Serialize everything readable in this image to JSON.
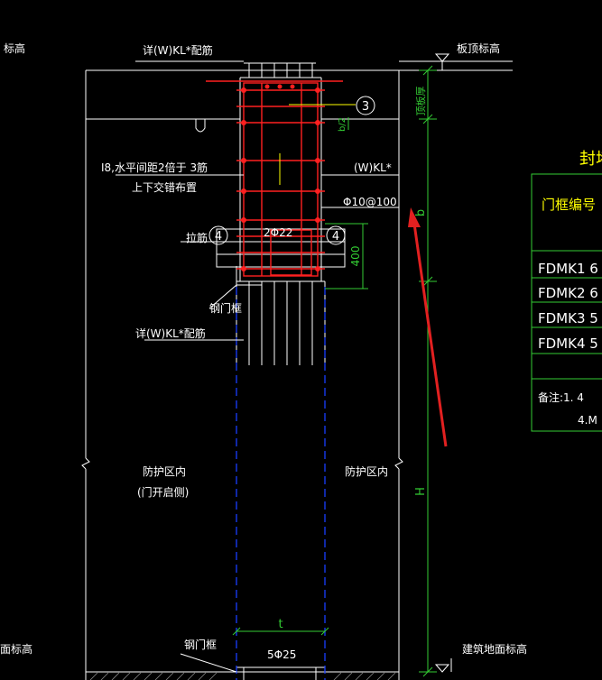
{
  "colors": {
    "background": "#000000",
    "outline": "#ffffff",
    "rebar": "#ff2020",
    "dimension": "#33cc33",
    "hidden": "#1a3dff",
    "accent": "#ffff00",
    "arrow": "#e22020"
  },
  "labels": {
    "top_left_note": "详(W)KL*配筋",
    "slab_level": "板顶标高",
    "bar_note_line1": "Ⅰ8,水平间距2倍于 3",
    "bar_note_circle": "筋",
    "bar_note_line2": "上下交错布置",
    "beam_label": "(W)KL*",
    "stirrup_label": "Φ10@100",
    "tie_label": "拉筋",
    "bars_2": "2Φ22",
    "door_frame_upper": "钢门框",
    "bottom_left_note": "详(W)KL*配筋",
    "protect_left_1": "防护区内",
    "protect_left_2": "(门开启侧)",
    "protect_right": "防护区内",
    "door_frame_lower": "钢门框",
    "bars_5": "5Φ25",
    "ground_level": "建筑地面标高",
    "left_level_top": "标高",
    "left_level_bottom": "面标高"
  },
  "markers": {
    "m3": "3",
    "m4_left": "4",
    "m4_right": "4"
  },
  "dims": {
    "slab_thickness": "顶板厚",
    "small_dim": "b/2",
    "b": "b",
    "dim_400": "400",
    "H": "H",
    "t": "t"
  },
  "table": {
    "title": "封堵",
    "header": "门框编号",
    "rows": [
      "FDMK1 6",
      "FDMK2 6",
      "FDMK3 5",
      "FDMK4 5"
    ],
    "note_line1": "备注:1. 4",
    "note_line2": "4.M"
  }
}
